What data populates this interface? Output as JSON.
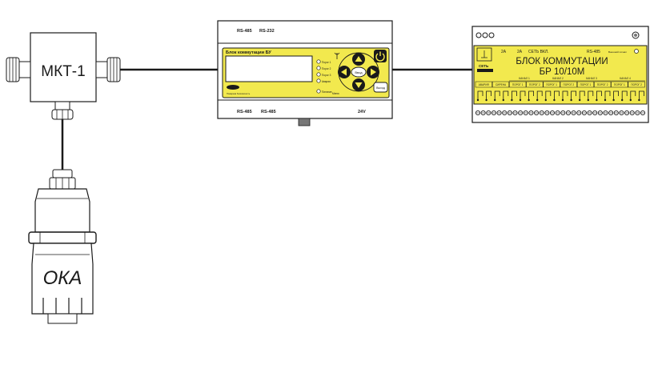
{
  "colors": {
    "line": "#1a1a1a",
    "panel_yellow": "#f2e94e",
    "module_body": "#ffffff",
    "display": "#ffffff"
  },
  "junction_box": {
    "label": "МКТ-1"
  },
  "sensor": {
    "label": "ОКА"
  },
  "control_block": {
    "top_ports": [
      "RS-485",
      "RS-232"
    ],
    "title": "Блок коммутации БУ",
    "indicators": [
      "Порог 1",
      "Порог 2",
      "Порог 3",
      "Авария"
    ],
    "network_label": "Питание",
    "menu_label": "Меню",
    "ok_label": "Ввод",
    "right_label": "Выход",
    "bottom_ports": [
      "RS-485",
      "RS-485"
    ],
    "voltage": "24V",
    "logo_caption": "Пожарная безопасность",
    "icons": [
      "power-icon",
      "arrow-up-icon",
      "arrow-down-icon",
      "arrow-left-icon",
      "arrow-right-icon",
      "antenna-icon"
    ]
  },
  "relay_block": {
    "fuse_labels": [
      "2A",
      "2A"
    ],
    "power_on_label": "СЕТЬ ВКЛ.",
    "rs_label": "RS-485",
    "external_signal_label": "Внешний сигнал",
    "title_line1": "БЛОК КОММУТАЦИИ",
    "title_line2": "БР 10/10М",
    "network_label": "СЕТЬ",
    "channels": [
      "КАНАЛ 1",
      "КАНАЛ 2",
      "КАНАЛ 3",
      "КАНАЛ 4"
    ],
    "relay_labels": [
      "АВАРИЯ",
      "СИРЕНА",
      "ПОРОГ 1",
      "ПОРОГ 2",
      "ПОРОГ 1",
      "ПОРОГ 2",
      "ПОРОГ 1",
      "ПОРОГ 2",
      "ПОРОГ 1",
      "ПОРОГ 2"
    ]
  }
}
